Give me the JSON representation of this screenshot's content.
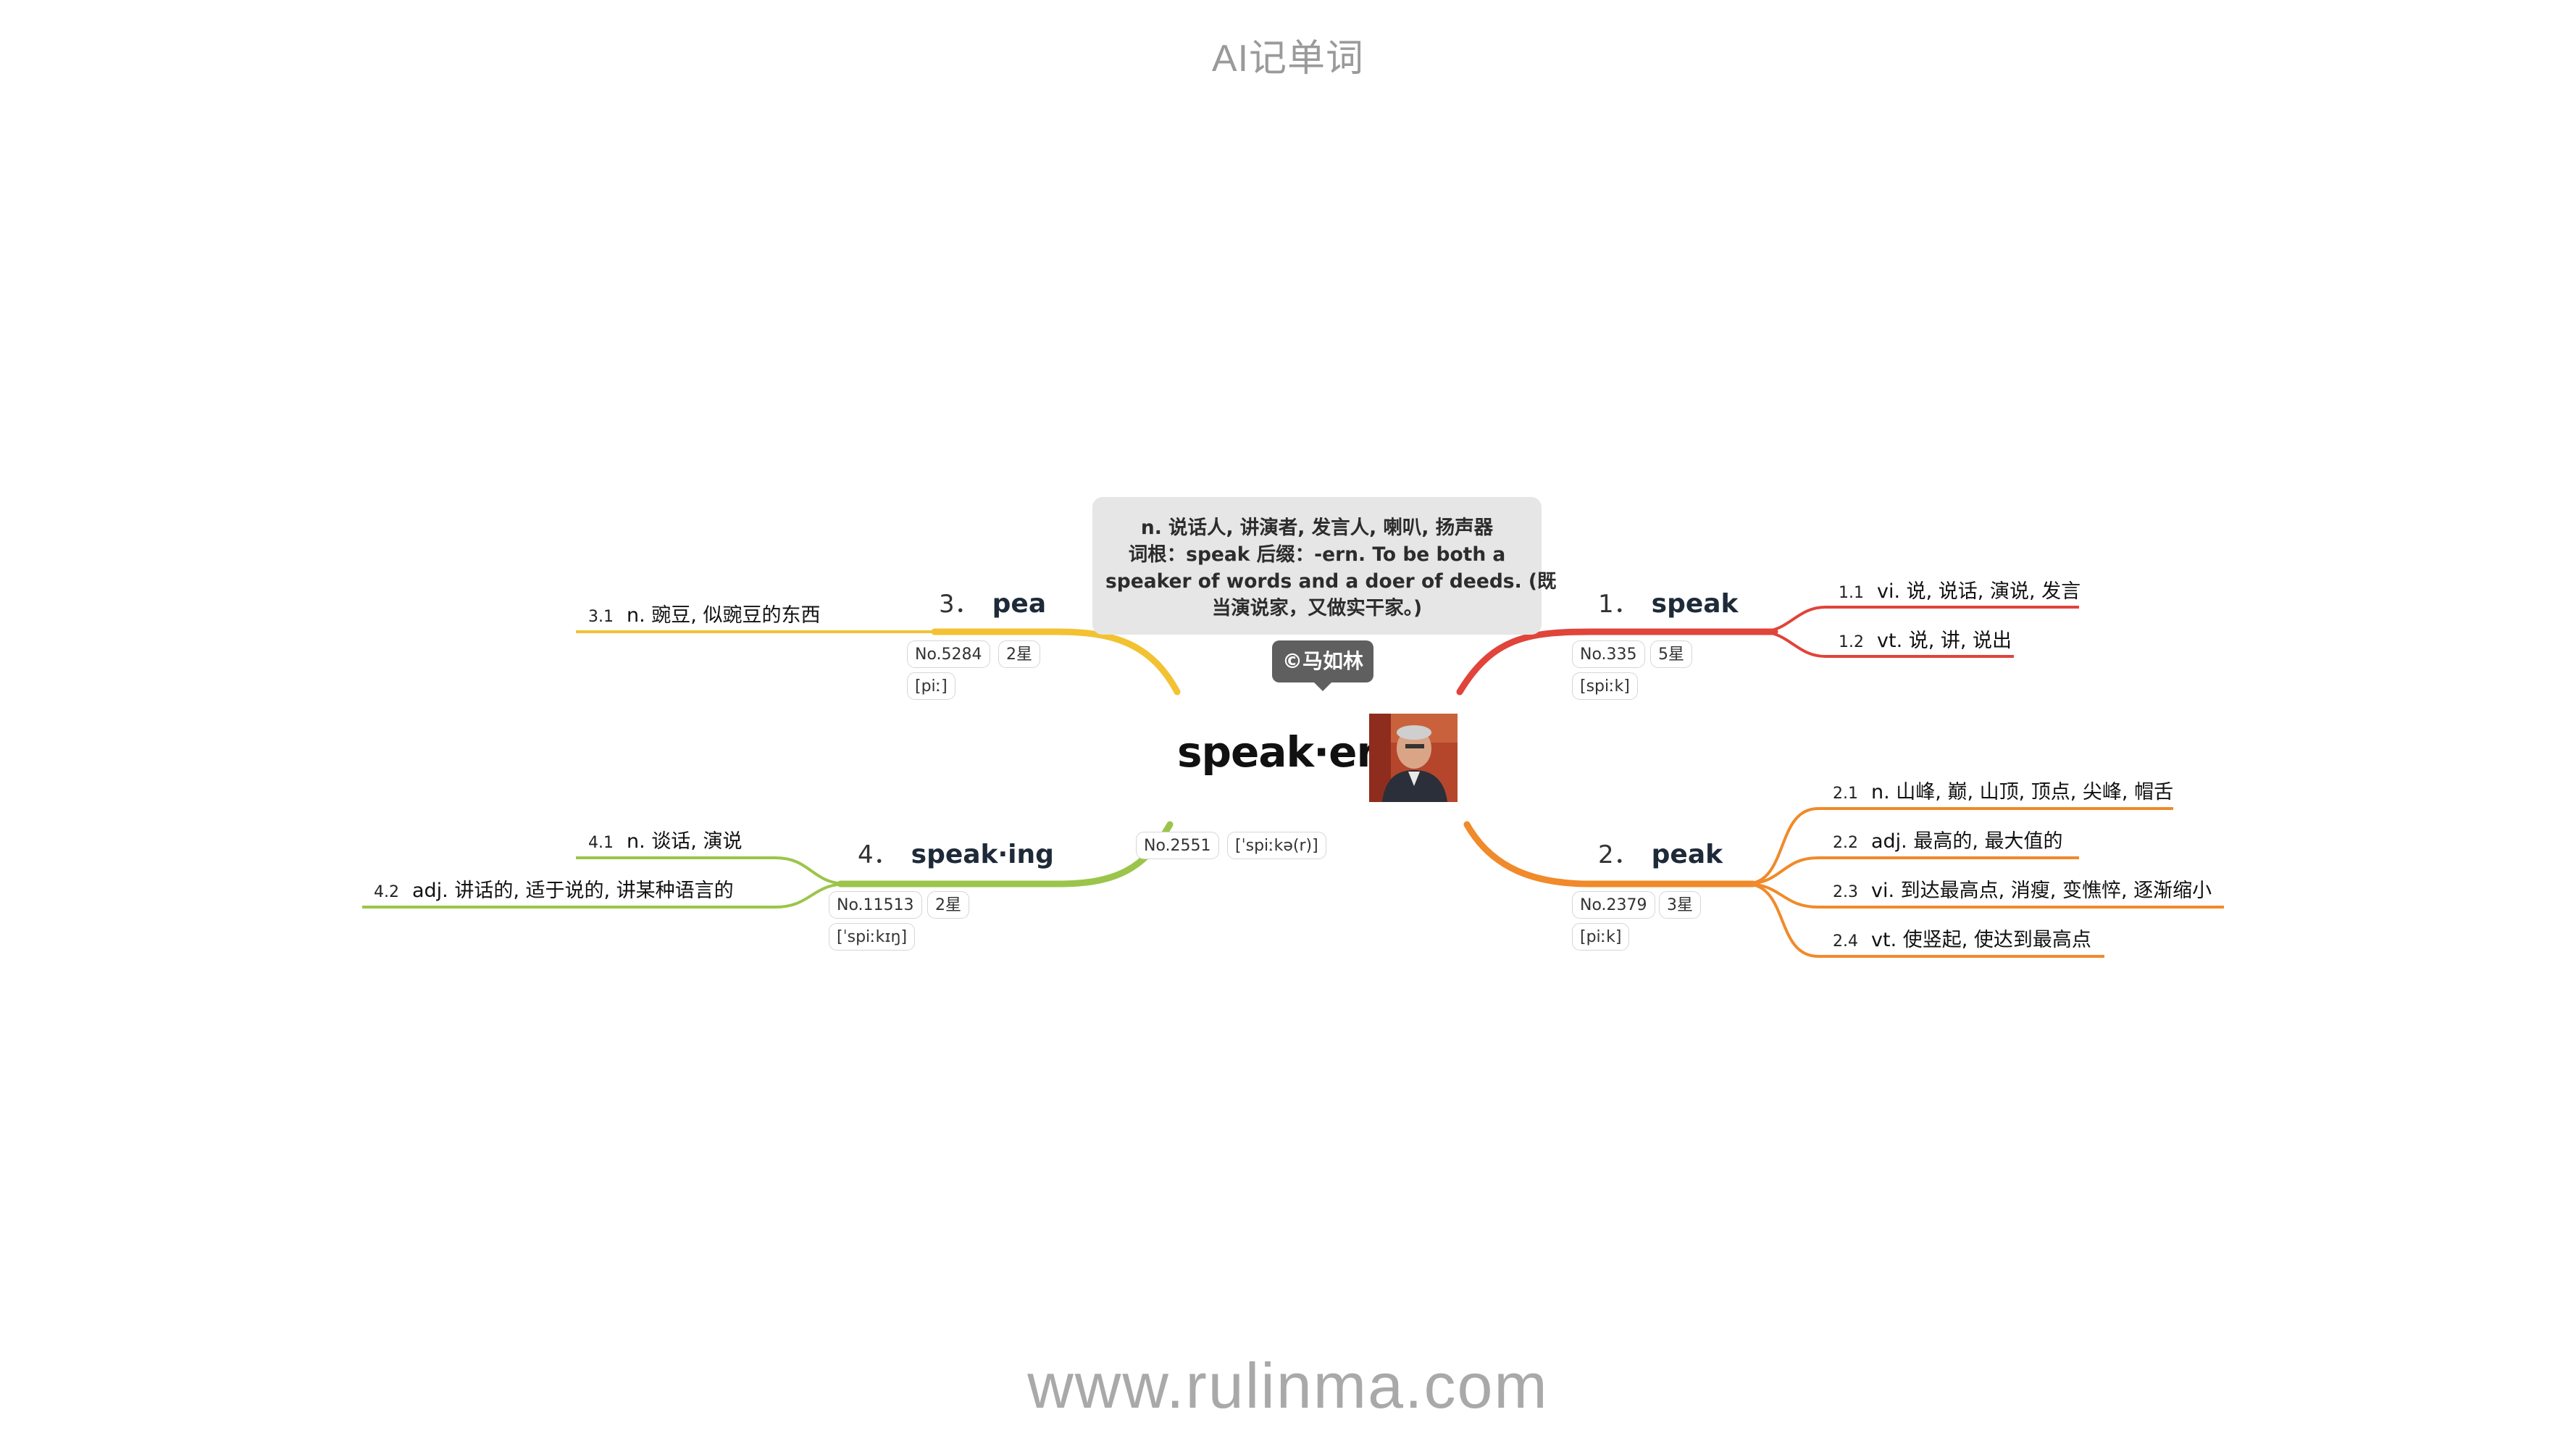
{
  "app_title": "AI记单词",
  "website": "www.rulinma.com",
  "central": {
    "word": "speak·er",
    "note_lines": [
      "n. 说话人, 讲演者, 发言人, 喇叭, 扬声器",
      "词根：speak 后缀：-ern. To be both a",
      "speaker of words and a doer of deeds. (既",
      "当演说家，又做实干家。)"
    ],
    "credit": "©马如林",
    "rank": "No.2551",
    "phonetic": "[ˈspiːkə(r)]"
  },
  "branches": [
    {
      "num": "1．",
      "word": "speak",
      "rank": "No.335",
      "stars": "5星",
      "phonetic": "[spiːk]",
      "color": "#e0443a",
      "senses": [
        {
          "num": "1.1",
          "text": "vi. 说, 说话, 演说, 发言"
        },
        {
          "num": "1.2",
          "text": "vt. 说, 讲, 说出"
        }
      ]
    },
    {
      "num": "2．",
      "word": "peak",
      "rank": "No.2379",
      "stars": "3星",
      "phonetic": "[piːk]",
      "color": "#f08a2a",
      "senses": [
        {
          "num": "2.1",
          "text": "n. 山峰, 巅, 山顶, 顶点, 尖峰, 帽舌"
        },
        {
          "num": "2.2",
          "text": "adj. 最高的, 最大值的"
        },
        {
          "num": "2.3",
          "text": "vi. 到达最高点, 消瘦, 变憔悴, 逐渐缩小"
        },
        {
          "num": "2.4",
          "text": "vt. 使竖起, 使达到最高点"
        }
      ]
    },
    {
      "num": "3．",
      "word": "pea",
      "rank": "No.5284",
      "stars": "2星",
      "phonetic": "[piː]",
      "color": "#f2c232",
      "senses": [
        {
          "num": "3.1",
          "text": "n. 豌豆, 似豌豆的东西"
        }
      ]
    },
    {
      "num": "4．",
      "word": "speak·ing",
      "rank": "No.11513",
      "stars": "2星",
      "phonetic": "[ˈspiːkɪŋ]",
      "color": "#9bc54a",
      "senses": [
        {
          "num": "4.1",
          "text": "n. 谈话, 演说"
        },
        {
          "num": "4.2",
          "text": "adj. 讲话的, 适于说的, 讲某种语言的"
        }
      ]
    }
  ]
}
